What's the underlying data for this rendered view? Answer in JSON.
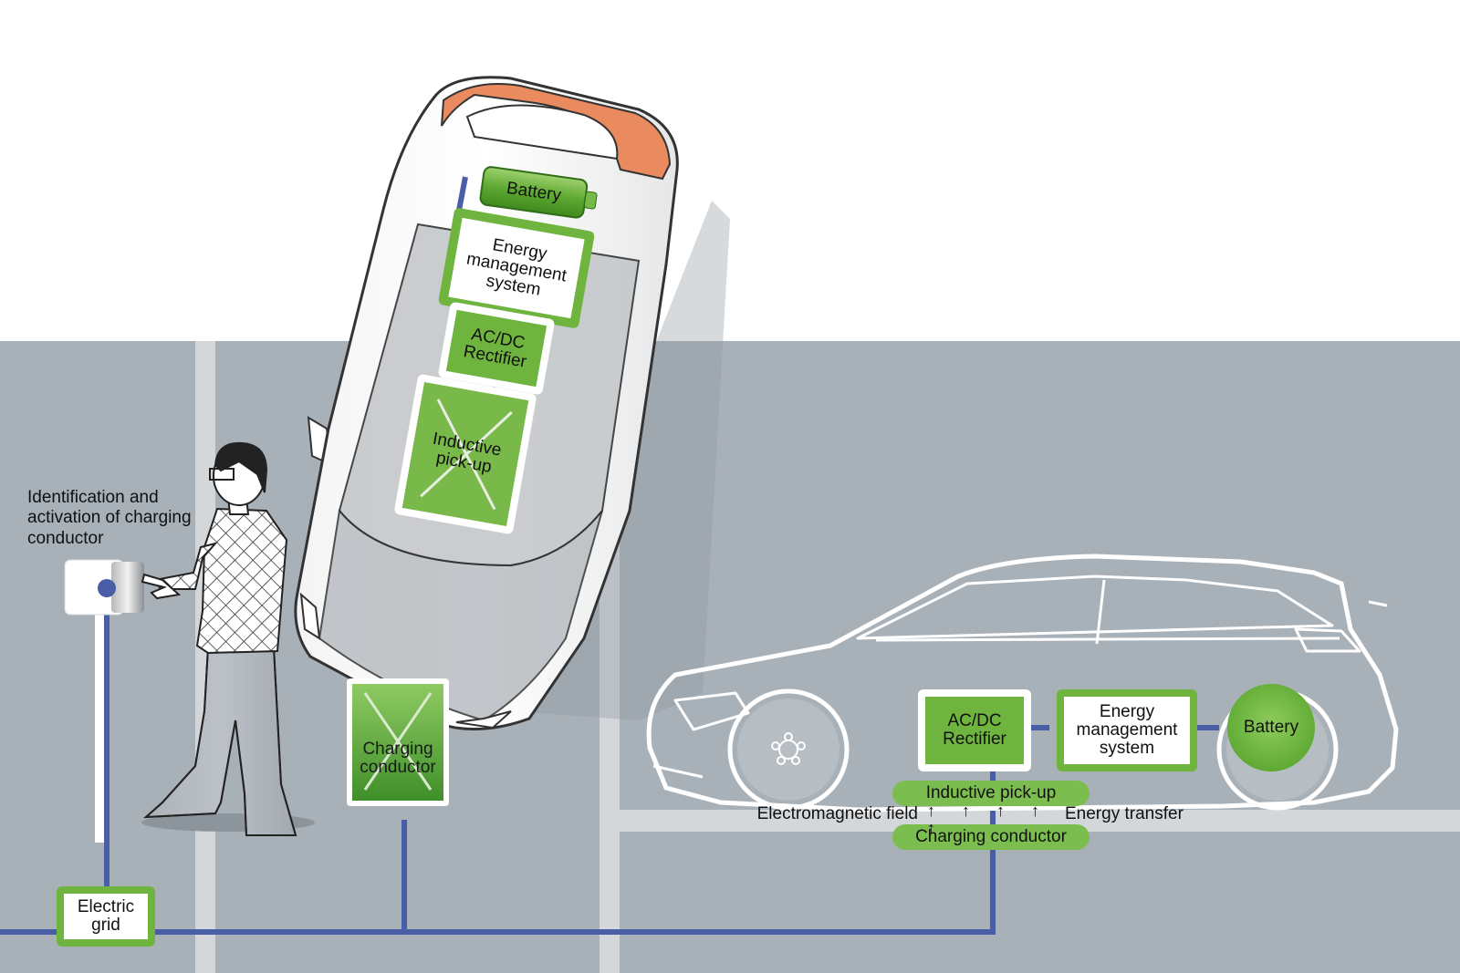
{
  "labels": {
    "identification": [
      "Identification and",
      "activation of charging",
      "conductor"
    ],
    "electric_grid": [
      "Electric",
      "grid"
    ],
    "charging_conductor_pad": [
      "Charging",
      "conductor"
    ],
    "top_car": {
      "battery": "Battery",
      "energy_management": [
        "Energy",
        "management",
        "system"
      ],
      "rectifier": [
        "AC/DC",
        "Rectifier"
      ],
      "inductive_pickup": [
        "Inductive",
        "pick-up"
      ]
    },
    "side_car": {
      "rectifier": [
        "AC/DC",
        "Rectifier"
      ],
      "energy_management": [
        "Energy",
        "management",
        "system"
      ],
      "battery": "Battery",
      "inductive_pickup": "Inductive pick-up",
      "charging_conductor": "Charging conductor",
      "electromagnetic_field": "Electromagnetic field",
      "energy_transfer": "Energy transfer",
      "arrows": "↑ ↑ ↑ ↑ ↑"
    }
  },
  "colors": {
    "ground": "#a9b1b8",
    "road_line": "#d6dadd",
    "wire": "#4a5ea8",
    "green_dark": "#5fa83a",
    "green_light": "#a2d07a",
    "car_accent": "#e98a5f"
  }
}
